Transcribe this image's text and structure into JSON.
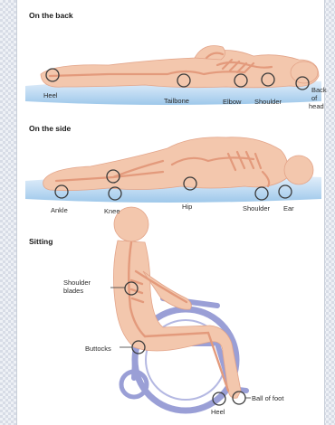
{
  "sections": {
    "back": {
      "title": "On the back",
      "labels": {
        "heel": "Heel",
        "tailbone": "Tailbone",
        "elbow": "Elbow",
        "shoulder": "Shoulder",
        "back_of_head_1": "Back",
        "back_of_head_2": "of",
        "back_of_head_3": "head"
      }
    },
    "side": {
      "title": "On the side",
      "labels": {
        "ankle": "Ankle",
        "knee": "Knee",
        "hip": "Hip",
        "shoulder": "Shoulder",
        "ear": "Ear"
      }
    },
    "sitting": {
      "title": "Sitting",
      "labels": {
        "shoulder_blades_1": "Shoulder",
        "shoulder_blades_2": "blades",
        "buttocks": "Buttocks",
        "ball_of_foot": "Ball of foot",
        "heel": "Heel"
      }
    }
  },
  "colors": {
    "skin": "#f3c7ad",
    "bone": "#e39a7c",
    "mattress": "#cfe4f5",
    "mattress_edge": "#9ec8ea",
    "wheelchair": "#9a9fd6",
    "marker": "#3a3a3a"
  }
}
